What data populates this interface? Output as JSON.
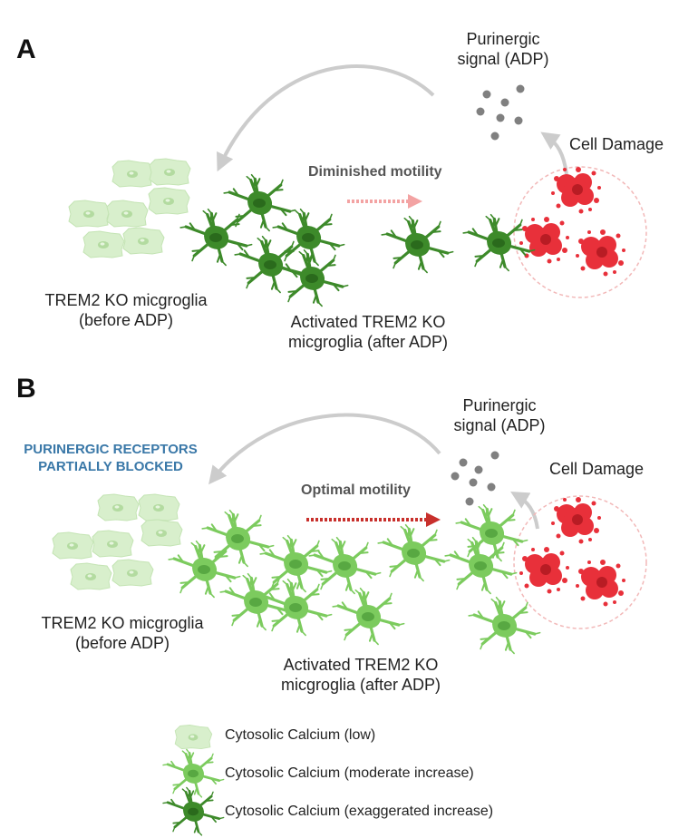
{
  "panel_a": {
    "letter": "A",
    "signal_line1": "Purinergic",
    "signal_line2": "signal (ADP)",
    "damage_label": "Cell Damage",
    "motility_label": "Diminished motility",
    "before_line1": "TREM2 KO micgroglia",
    "before_line2": "(before ADP)",
    "after_line1": "Activated TREM2 KO",
    "after_line2": "micgroglia (after ADP)"
  },
  "panel_b": {
    "letter": "B",
    "signal_line1": "Purinergic",
    "signal_line2": "signal (ADP)",
    "damage_label": "Cell Damage",
    "motility_label": "Optimal motility",
    "blocked_line1": "PURINERGIC RECEPTORS",
    "blocked_line2": "PARTIALLY BLOCKED",
    "before_line1": "TREM2 KO micgroglia",
    "before_line2": "(before ADP)",
    "after_line1": "Activated TREM2 KO",
    "after_line2": "micgroglia (after ADP)"
  },
  "legend": {
    "low": "Cytosolic Calcium (low)",
    "moderate": "Cytosolic Calcium (moderate increase)",
    "exaggerated": "Cytosolic Calcium (exaggerated increase)"
  },
  "colors": {
    "low_body": "#d8efcc",
    "low_nucleus": "#b3dba0",
    "moderate_body": "#7ccb5e",
    "moderate_nucleus": "#58a842",
    "exaggerated_body": "#3d8a2a",
    "exaggerated_nucleus": "#2a6a1c",
    "damaged_cell": "#e8303a",
    "damage_circle": "#f2b8b8",
    "arrow_gray": "#cccccc",
    "adp_dot": "#808080",
    "diminished_arrow": "#f3a3a3",
    "optimal_arrow": "#c8302c",
    "blocked_text": "#3a78a8"
  }
}
